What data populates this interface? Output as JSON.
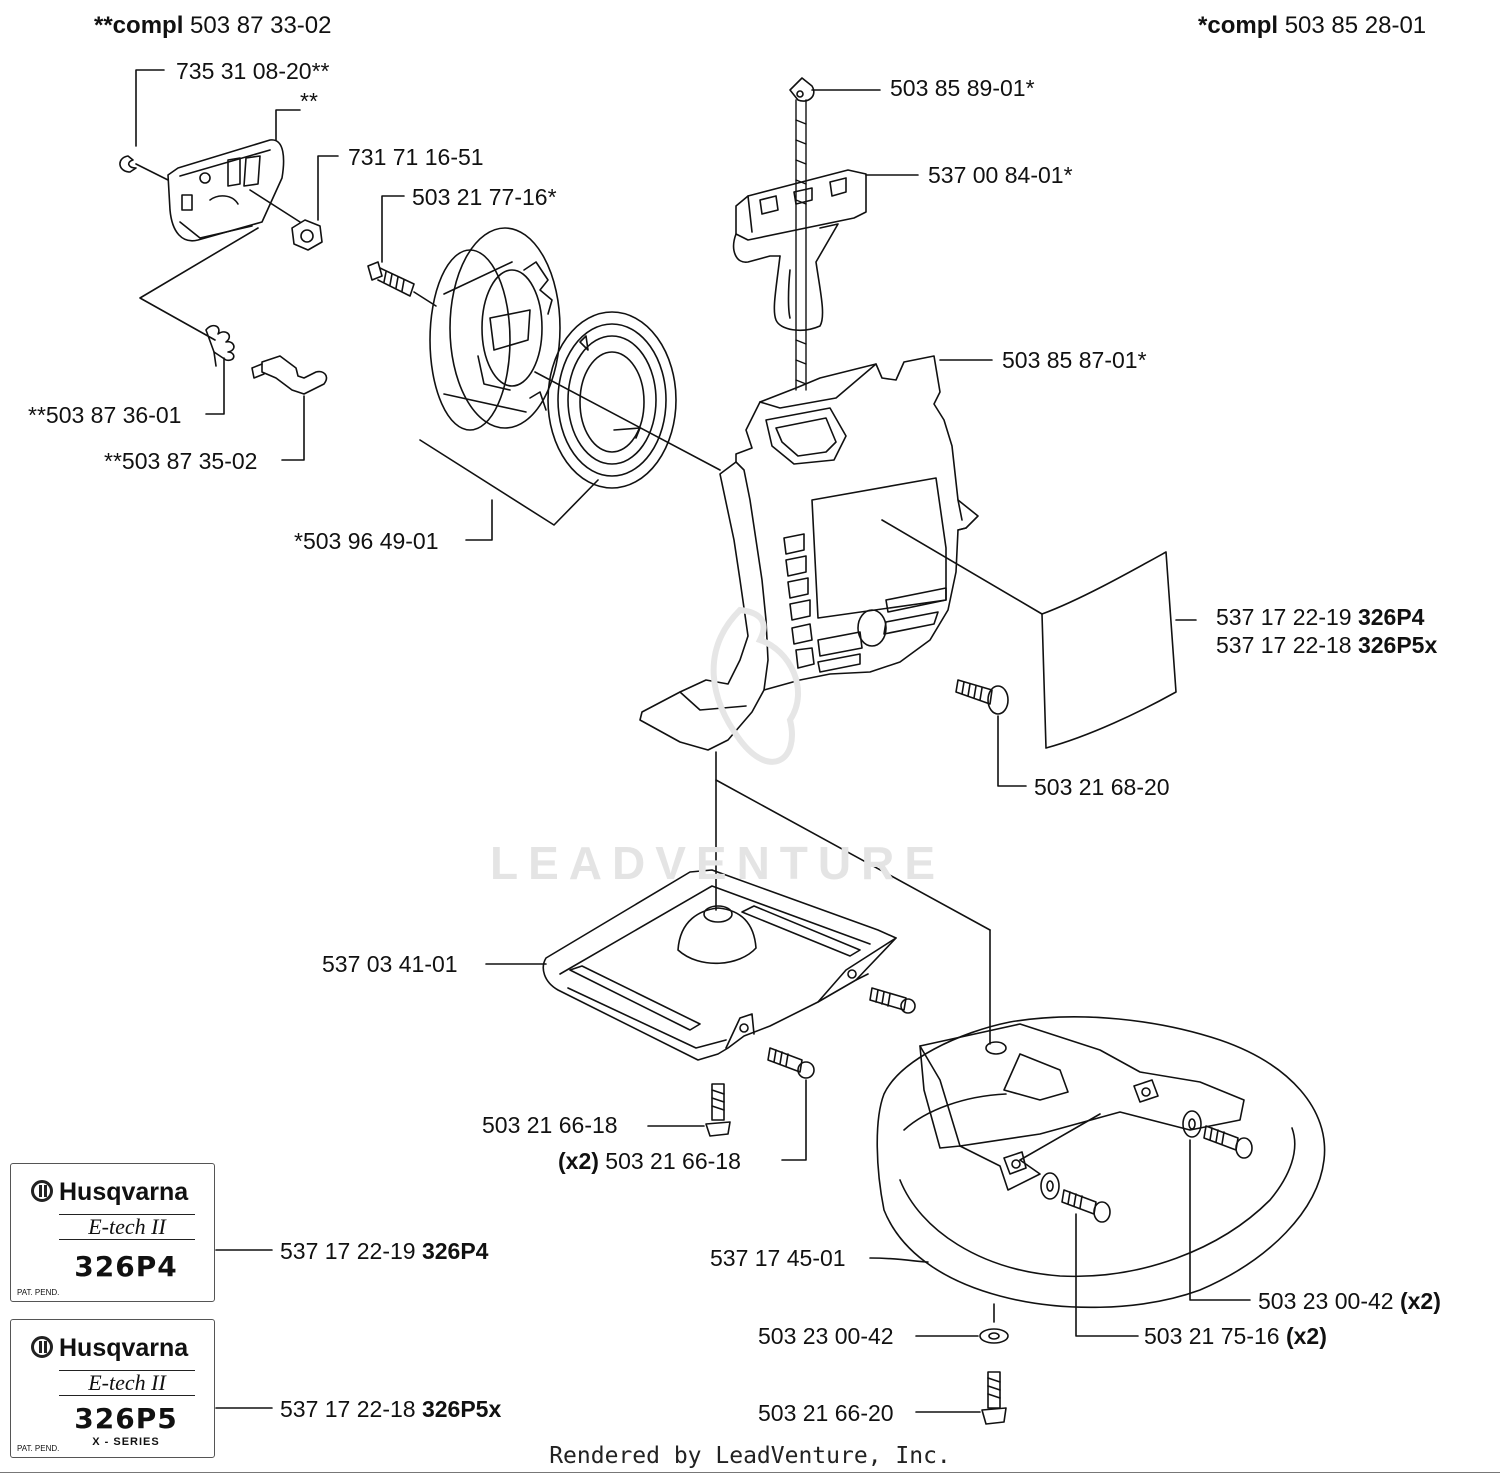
{
  "header": {
    "left_prefix": "**compl",
    "left_number": "503 87 33-02",
    "right_prefix": "*compl",
    "right_number": "503 85 28-01"
  },
  "parts": {
    "p1": "735 31 08-20**",
    "p2": "**",
    "p3": "731 71 16-51",
    "p4": "503 21 77-16*",
    "p5": "**503 87 36-01",
    "p6": "**503 87 35-02",
    "p7": "*503 96 49-01",
    "p8": "503 85 89-01*",
    "p9": "537 00 84-01*",
    "p10": "503 85 87-01*",
    "p11_num": "537 17 22-19",
    "p11_model": "326P4",
    "p12_num": "537 17 22-18",
    "p12_model": "326P5x",
    "p13": "503 21 68-20",
    "p14": "537 03 41-01",
    "p15": "503 21 66-18",
    "p16_qty": "(x2)",
    "p16_num": "503 21 66-18",
    "p17": "537 17 45-01",
    "p18_num": "503 23 00-42",
    "p18_qty": "(x2)",
    "p19": "503 23 00-42",
    "p20_num": "503 21 75-16",
    "p20_qty": "(x2)",
    "p21": "503 21 66-20",
    "p22_num": "537 17 22-19",
    "p22_model": "326P4",
    "p23_num": "537 17 22-18",
    "p23_model": "326P5x"
  },
  "decals": {
    "d1": {
      "brand": "Husqvarna",
      "tech": "E-tech II",
      "model": "326P4",
      "note": "PAT. PEND."
    },
    "d2": {
      "brand": "Husqvarna",
      "tech": "E-tech II",
      "model": "326P5",
      "series": "X - SERIES",
      "note": "PAT. PEND."
    }
  },
  "watermark": "LEADVENTURE",
  "footer": "Rendered by LeadVenture, Inc."
}
